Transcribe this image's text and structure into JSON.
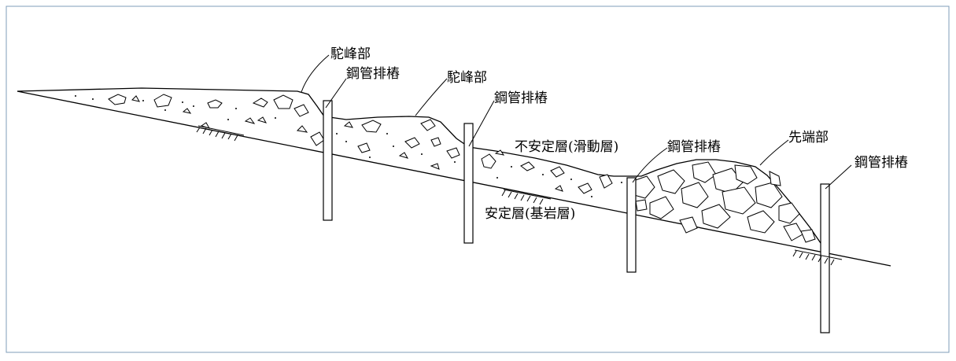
{
  "labels": {
    "hump_1": "駝峰部",
    "pile_1": "鋼管排樁",
    "hump_2": "駝峰部",
    "pile_2": "鋼管排樁",
    "unstable_layer": "不安定層(滑動層)",
    "pile_3": "鋼管排樁",
    "toe": "先端部",
    "pile_4": "鋼管排樁",
    "stable_layer": "安定層(基岩層)"
  },
  "colors": {
    "line": "#000000",
    "frame": "#7f9db9",
    "background": "#ffffff"
  }
}
